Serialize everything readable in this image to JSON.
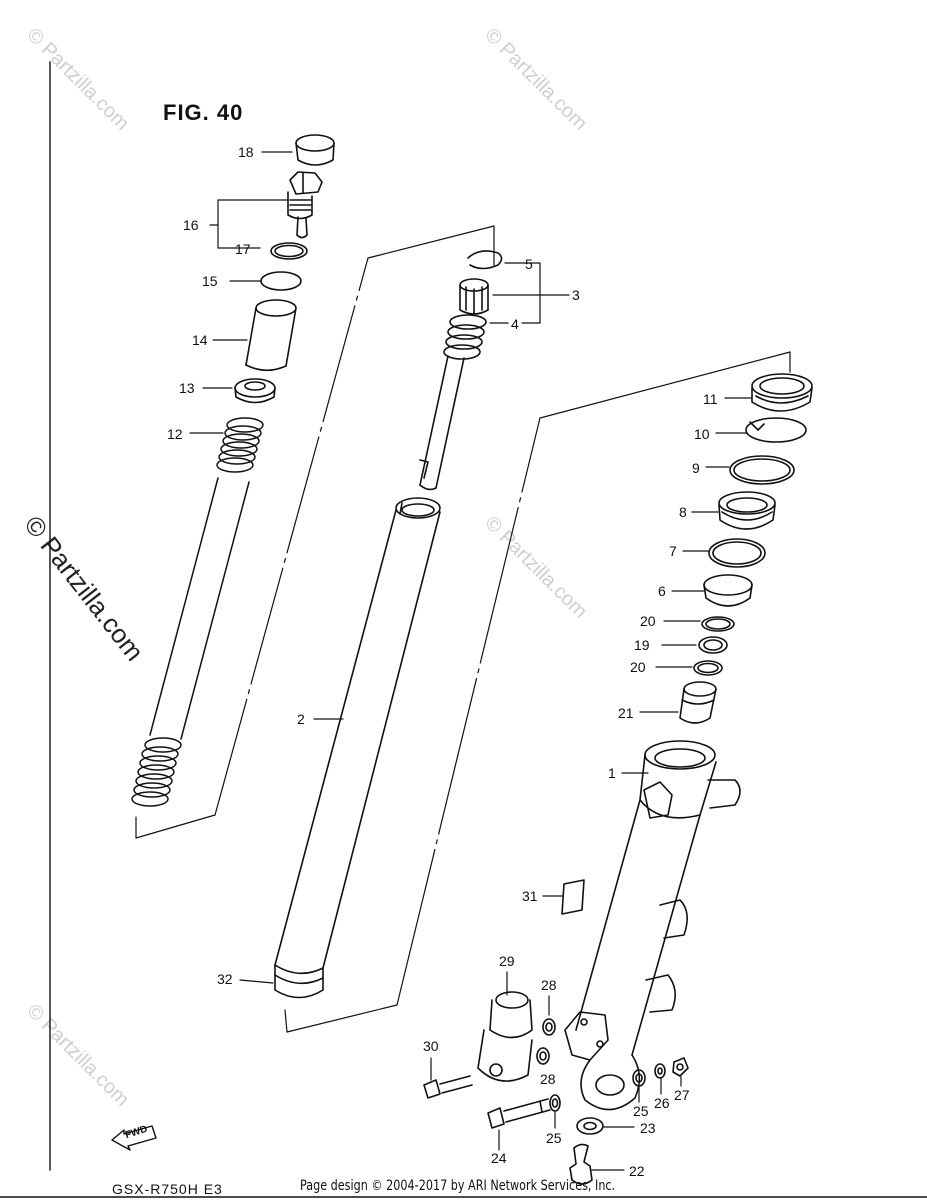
{
  "figure": {
    "title": "FIG. 40"
  },
  "watermarks": {
    "tl": "© Partzilla.com",
    "tc": "© Partzilla.com",
    "left": "© Partzilla.com",
    "mid": "© Partzilla.com",
    "bl": "© Partzilla.com"
  },
  "parts": {
    "p1": "1",
    "p2": "2",
    "p3": "3",
    "p4": "4",
    "p5": "5",
    "p6": "6",
    "p7": "7",
    "p8": "8",
    "p9": "9",
    "p10": "10",
    "p11": "11",
    "p12": "12",
    "p13": "13",
    "p14": "14",
    "p15": "15",
    "p16": "16",
    "p17": "17",
    "p18": "18",
    "p19": "19",
    "p20a": "20",
    "p20b": "20",
    "p21": "21",
    "p22": "22",
    "p23": "23",
    "p24": "24",
    "p25a": "25",
    "p25b": "25",
    "p26": "26",
    "p27": "27",
    "p28a": "28",
    "p28b": "28",
    "p29": "29",
    "p30": "30",
    "p31": "31",
    "p32": "32"
  },
  "fwd_label": "FWD",
  "footer": {
    "model": "GSX-R750H E3",
    "credit": "Page design © 2004-2017 by ARI Network Services, Inc."
  }
}
